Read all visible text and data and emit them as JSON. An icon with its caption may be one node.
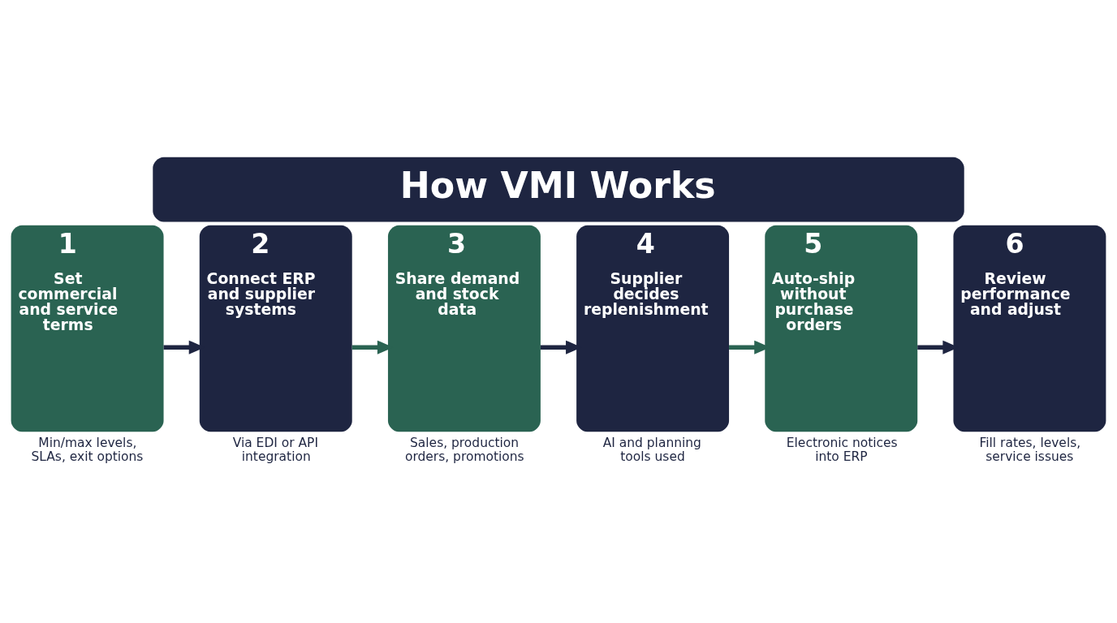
{
  "diagram": {
    "title": "How VMI Works",
    "nodes": [
      {
        "text": [
          "1",
          "Set commercial and service terms"
        ],
        "beside": [
          "Min/max levels, SLAs, exit options"
        ]
      },
      {
        "text": [
          "2",
          "Connect ERP and supplier systems"
        ],
        "beside": [
          "Via EDI or API integration"
        ]
      },
      {
        "text": [
          "3",
          "Share demand and stock data"
        ],
        "beside": [
          "Sales, production orders, promotions"
        ]
      },
      {
        "text": [
          "4",
          "Supplier decides replenishment"
        ],
        "beside": [
          "AI and planning tools used"
        ]
      },
      {
        "text": [
          "5",
          "Auto-ship without purchase orders"
        ],
        "beside": [
          "Electronic notices into ERP"
        ]
      },
      {
        "text": [
          "6",
          "Review performance and adjust"
        ],
        "beside": [
          "Fill rates, levels, service issues"
        ]
      }
    ],
    "edges": [
      {
        "from": 0,
        "to": 1,
        "arrow": "to"
      },
      {
        "from": 1,
        "to": 2,
        "arrow": "to",
        "color": "#2a6352"
      },
      {
        "from": 2,
        "to": 3,
        "arrow": "to"
      },
      {
        "from": 3,
        "to": 4,
        "arrow": "to",
        "color": "#2a6352"
      },
      {
        "from": 4,
        "to": 5,
        "arrow": "to"
      }
    ]
  }
}
